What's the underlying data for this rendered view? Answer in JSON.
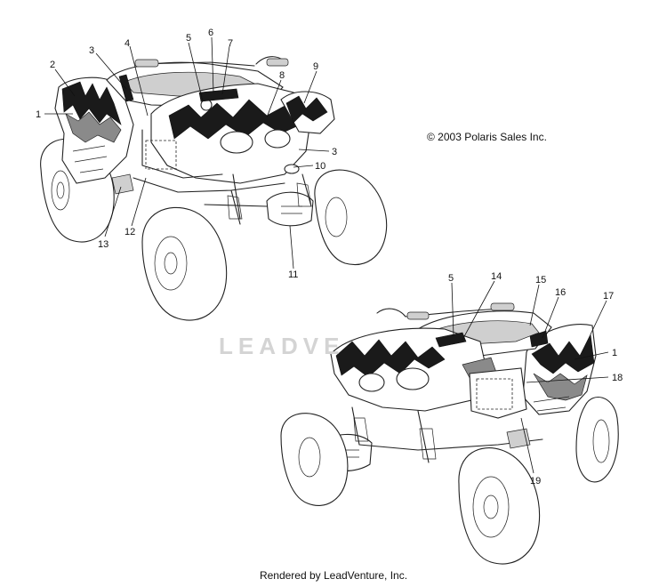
{
  "copyright": "© 2003 Polaris Sales Inc.",
  "footer": "Rendered by LeadVenture, Inc.",
  "watermark": "LEADVE",
  "callouts_top": [
    "1",
    "2",
    "3",
    "4",
    "5",
    "6",
    "7",
    "8",
    "9",
    "3",
    "10",
    "11",
    "12",
    "13"
  ],
  "callouts_bottom": [
    "5",
    "14",
    "15",
    "16",
    "17",
    "1",
    "18",
    "19"
  ]
}
